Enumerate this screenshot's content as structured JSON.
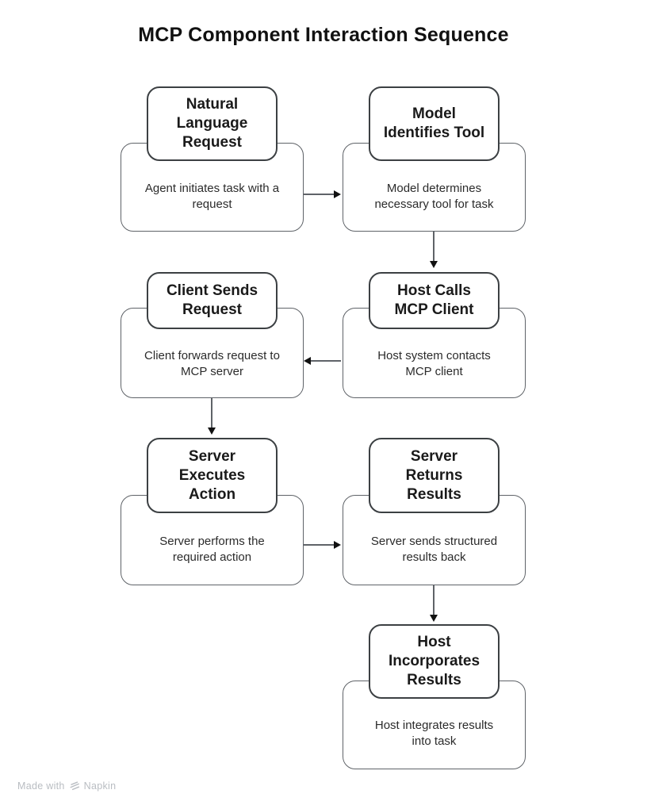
{
  "page": {
    "title": "MCP Component Interaction Sequence",
    "background": "#ffffff"
  },
  "colors": {
    "title_box_border": "#3c4043",
    "desc_box_border": "#5f6368",
    "arrow_line": "#5f6368",
    "arrow_head": "#111111",
    "title_text": "#1a1a1a",
    "desc_text": "#2b2b2b",
    "footer_text": "#b9bdc2"
  },
  "nodes": [
    {
      "id": "natural-language-request",
      "title": [
        "Natural",
        "Language",
        "Request"
      ],
      "description": [
        "Agent initiates task with a",
        "request"
      ]
    },
    {
      "id": "model-identifies-tool",
      "title": [
        "Model",
        "Identifies Tool"
      ],
      "description": [
        "Model determines",
        "necessary tool for task"
      ]
    },
    {
      "id": "client-sends-request",
      "title": [
        "Client Sends",
        "Request"
      ],
      "description": [
        "Client forwards request to",
        "MCP server"
      ]
    },
    {
      "id": "host-calls-mcp-client",
      "title": [
        "Host Calls",
        "MCP Client"
      ],
      "description": [
        "Host system contacts",
        "MCP client"
      ]
    },
    {
      "id": "server-executes-action",
      "title": [
        "Server",
        "Executes",
        "Action"
      ],
      "description": [
        "Server performs the",
        "required action"
      ]
    },
    {
      "id": "server-returns-results",
      "title": [
        "Server",
        "Returns",
        "Results"
      ],
      "description": [
        "Server sends structured",
        "results back"
      ]
    },
    {
      "id": "host-incorporates-results",
      "title": [
        "Host",
        "Incorporates",
        "Results"
      ],
      "description": [
        "Host integrates results",
        "into task"
      ]
    }
  ],
  "edges": [
    {
      "from": "natural-language-request",
      "to": "model-identifies-tool",
      "direction": "right"
    },
    {
      "from": "model-identifies-tool",
      "to": "host-calls-mcp-client",
      "direction": "down"
    },
    {
      "from": "host-calls-mcp-client",
      "to": "client-sends-request",
      "direction": "left"
    },
    {
      "from": "client-sends-request",
      "to": "server-executes-action",
      "direction": "down"
    },
    {
      "from": "server-executes-action",
      "to": "server-returns-results",
      "direction": "right"
    },
    {
      "from": "server-returns-results",
      "to": "host-incorporates-results",
      "direction": "down"
    }
  ],
  "footer": {
    "made_with": "Made with",
    "brand": "Napkin",
    "logo": "napkin-logo-icon"
  }
}
